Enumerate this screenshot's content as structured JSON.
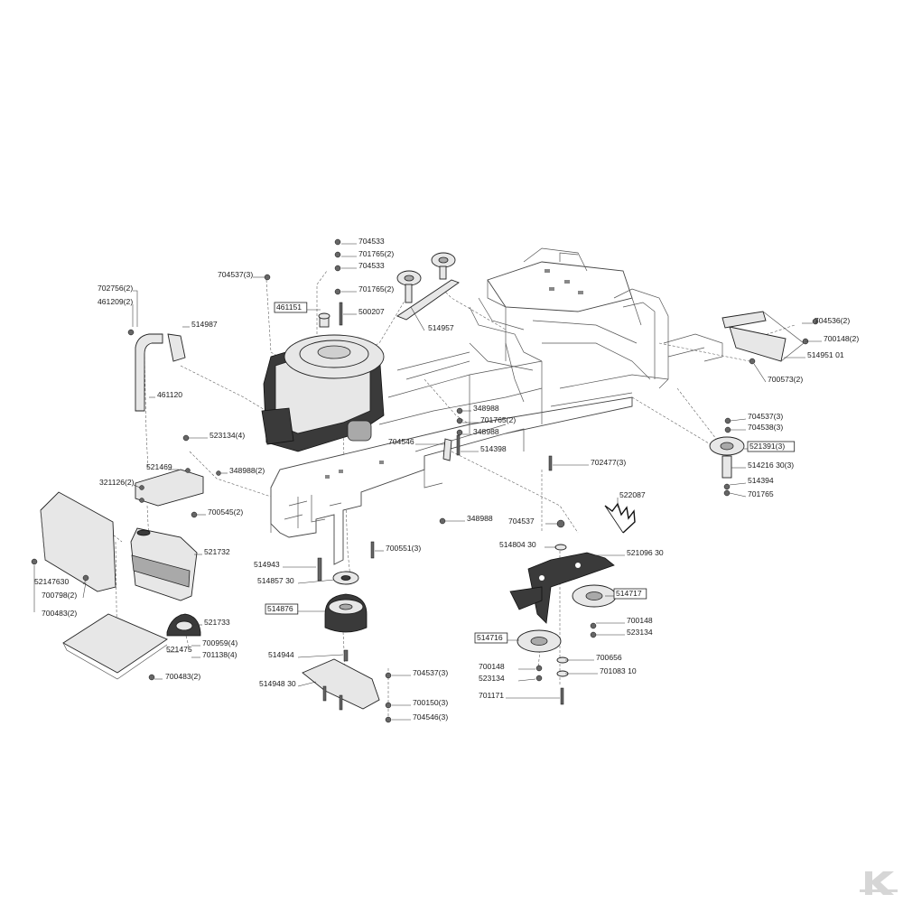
{
  "labels": [
    {
      "id": "p704533a",
      "text": "704533"
    },
    {
      "id": "p701765a",
      "text": "701765(2)"
    },
    {
      "id": "p704533b",
      "text": "704533"
    },
    {
      "id": "p704537a",
      "text": "704537(3)"
    },
    {
      "id": "p701765b",
      "text": "701765(2)"
    },
    {
      "id": "p461151",
      "text": "461151",
      "boxed": true
    },
    {
      "id": "p500207",
      "text": "500207"
    },
    {
      "id": "p514957",
      "text": "514957"
    },
    {
      "id": "p702756",
      "text": "702756(2)"
    },
    {
      "id": "p461209",
      "text": "461209(2)"
    },
    {
      "id": "p514987",
      "text": "514987"
    },
    {
      "id": "p461120",
      "text": "461120"
    },
    {
      "id": "p704536",
      "text": "704536(2)"
    },
    {
      "id": "p700148a",
      "text": "700148(2)"
    },
    {
      "id": "p514951",
      "text": "514951 01"
    },
    {
      "id": "p700573",
      "text": "700573(2)"
    },
    {
      "id": "p348988a",
      "text": "348988"
    },
    {
      "id": "p701765c",
      "text": "701765(2)"
    },
    {
      "id": "p348988b",
      "text": "348988"
    },
    {
      "id": "p704546a",
      "text": "704546"
    },
    {
      "id": "p514398",
      "text": "514398"
    },
    {
      "id": "p523134a",
      "text": "523134(4)"
    },
    {
      "id": "p704537b",
      "text": "704537(3)"
    },
    {
      "id": "p704538",
      "text": "704538(3)"
    },
    {
      "id": "p521391",
      "text": "521391(3)",
      "boxed": true
    },
    {
      "id": "p514216",
      "text": "514216 30(3)"
    },
    {
      "id": "p514394",
      "text": "514394"
    },
    {
      "id": "p701765d",
      "text": "701765"
    },
    {
      "id": "p702477",
      "text": "702477(3)"
    },
    {
      "id": "p521469",
      "text": "521469"
    },
    {
      "id": "p321126",
      "text": "321126(2)"
    },
    {
      "id": "p348988c",
      "text": "348988(2)"
    },
    {
      "id": "p700545",
      "text": "700545(2)"
    },
    {
      "id": "p348988d",
      "text": "348988"
    },
    {
      "id": "p522087",
      "text": "522087"
    },
    {
      "id": "p704537c",
      "text": "704537"
    },
    {
      "id": "p514804",
      "text": "514804 30"
    },
    {
      "id": "p521096",
      "text": "521096 30"
    },
    {
      "id": "p700551",
      "text": "700551(3)"
    },
    {
      "id": "p521732",
      "text": "521732"
    },
    {
      "id": "p514943",
      "text": "514943"
    },
    {
      "id": "p514857",
      "text": "514857 30"
    },
    {
      "id": "p521476",
      "text": "52147630"
    },
    {
      "id": "p700798",
      "text": "700798(2)"
    },
    {
      "id": "p700483a",
      "text": "700483(2)"
    },
    {
      "id": "p514717",
      "text": "514717",
      "boxed": true
    },
    {
      "id": "p514876",
      "text": "514876",
      "boxed": true
    },
    {
      "id": "p521733",
      "text": "521733"
    },
    {
      "id": "p700148b",
      "text": "700148"
    },
    {
      "id": "p523134b",
      "text": "523134"
    },
    {
      "id": "p514716",
      "text": "514716",
      "boxed": true
    },
    {
      "id": "p700959",
      "text": "700959(4)"
    },
    {
      "id": "p701138",
      "text": "701138(4)"
    },
    {
      "id": "p521475",
      "text": "521475"
    },
    {
      "id": "p700656",
      "text": "700656"
    },
    {
      "id": "p514944",
      "text": "514944"
    },
    {
      "id": "p700148c",
      "text": "700148"
    },
    {
      "id": "p701083",
      "text": "701083 10"
    },
    {
      "id": "p523134c",
      "text": "523134"
    },
    {
      "id": "p704537d",
      "text": "704537(3)"
    },
    {
      "id": "p514948",
      "text": "514948 30"
    },
    {
      "id": "p701171",
      "text": "701171"
    },
    {
      "id": "p700150",
      "text": "700150(3)"
    },
    {
      "id": "p700483b",
      "text": "700483(2)"
    },
    {
      "id": "p704546b",
      "text": "704546(3)"
    }
  ],
  "logo": {
    "icon": "k-brand-logo",
    "color": "#d4d4d4"
  }
}
